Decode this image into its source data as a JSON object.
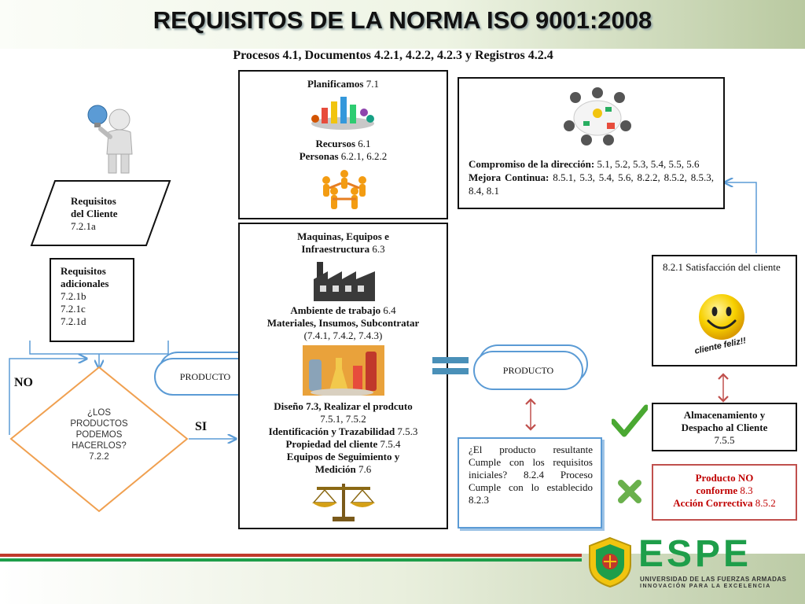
{
  "header": {
    "title": "REQUISITOS DE LA NORMA ISO 9001:2008",
    "subtitle": "Procesos 4.1, Documentos 4.2.1, 4.2.2, 4.2.3 y Registros 4.2.4"
  },
  "left": {
    "requisitos_cliente": {
      "label1": "Requisitos",
      "label2": "del Cliente",
      "ref": "7.2.1a"
    },
    "requisitos_adicionales": {
      "label1": "Requisitos",
      "label2": "adicionales",
      "ref1": "7.2.1b",
      "ref2": "7.2.1c",
      "ref3": "7.2.1d"
    },
    "decision": {
      "l1": "¿LOS",
      "l2": "PRODUCTOS",
      "l3": "PODEMOS",
      "l4": "HACERLOS?",
      "ref": "7.2.2"
    },
    "no_label": "NO",
    "si_label": "SI",
    "producto_cloud": "PRODUCTO"
  },
  "center_top": {
    "planificamos": "Planificamos",
    "planificamos_ref": "7.1",
    "recursos": "Recursos",
    "recursos_ref": "6.1",
    "personas": "Personas",
    "personas_ref": "6.2.1, 6.2.2"
  },
  "center_bottom": {
    "maquinas_l1": "Maquinas, Equipos e",
    "maquinas_l2": "Infraestructura",
    "maquinas_ref": "6.3",
    "ambiente": "Ambiente de trabajo",
    "ambiente_ref": "6.4",
    "materiales": "Materiales, Insumos, Subcontratar",
    "materiales_ref": "(7.4.1, 7.4.2, 7.4.3)",
    "diseno": "Diseño 7.3, Realizar el prodcuto",
    "diseno_ref": "7.5.1, 7.5.2",
    "identificacion": "Identificación y Trazabilidad",
    "identificacion_ref": "7.5.3",
    "propiedad": "Propiedad del cliente",
    "propiedad_ref": "7.5.4",
    "equipos_l1": "Equipos de Seguimiento y",
    "equipos_l2": "Medición",
    "equipos_ref": "7.6"
  },
  "right": {
    "compromiso": "Compromiso de la dirección:",
    "compromiso_ref": "5.1, 5.2, 5.3, 5.4, 5.5, 5.6",
    "mejora": "Mejora Continua:",
    "mejora_ref": "8.5.1, 5.3, 5.4, 5.6, 8.2.2, 8.5.2, 8.5.3, 8.4, 8.1",
    "producto_cloud": "PRODUCTO",
    "satisfaccion": "8.2.1 Satisfacción del cliente",
    "cliente_feliz": "cliente feliz!!",
    "resultante_l1": "¿El producto resultante Cumple con los requisitos iniciales?",
    "resultante_ref": "8.2.4",
    "resultante_l2": "Proceso Cumple con lo establecido",
    "resultante_ref2": "8.2.3",
    "almacenamiento_l1": "Almacenamiento y",
    "almacenamiento_l2": "Despacho al Cliente",
    "almacenamiento_ref": "7.5.5",
    "no_conforme_l1": "Producto NO",
    "no_conforme_l2": "conforme",
    "no_conforme_ref": "8.3",
    "accion": "Acción Correctiva",
    "accion_ref": "8.5.2"
  },
  "logo": {
    "name": "ESPE",
    "line1": "UNIVERSIDAD DE LAS FUERZAS ARMADAS",
    "line2": "INNOVACIÓN PARA LA EXCELENCIA"
  },
  "colors": {
    "connector": "#5b9bd5",
    "decision_border": "#f0a050",
    "double_arrow": "#c0504d",
    "no_conforme": "#c00000",
    "espe_green": "#1e9e4a",
    "check_green": "#4aa832"
  }
}
